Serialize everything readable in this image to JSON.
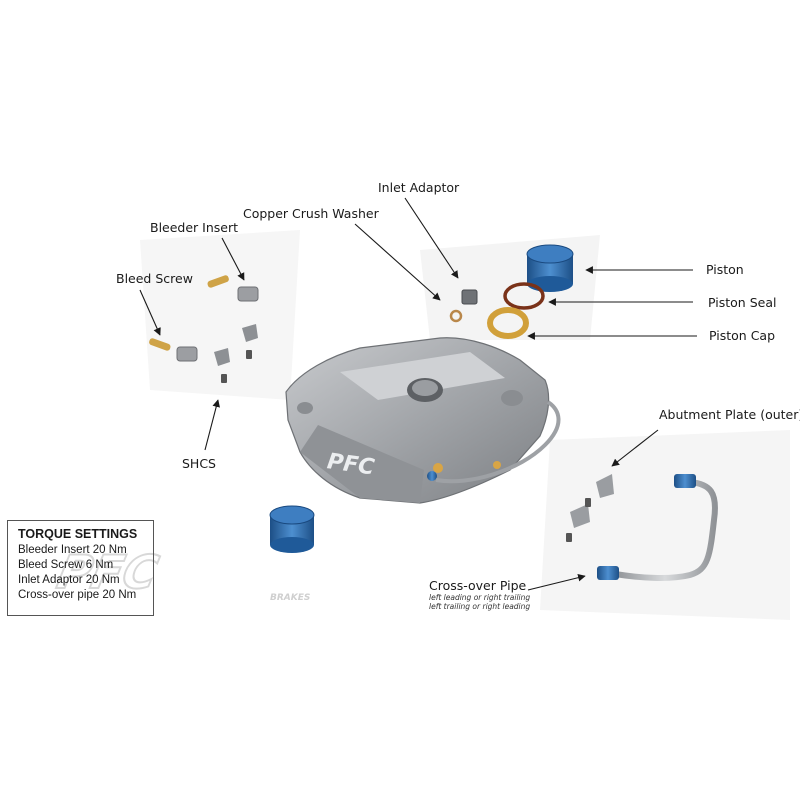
{
  "labels": {
    "inlet_adaptor": "Inlet Adaptor",
    "copper_crush_washer": "Copper Crush Washer",
    "bleeder_insert": "Bleeder Insert",
    "bleed_screw": "Bleed Screw",
    "shcs": "SHCS",
    "piston": "Piston",
    "piston_seal": "Piston Seal",
    "piston_cap": "Piston Cap",
    "abutment_plate": "Abutment Plate (outer)",
    "crossover_pipe": "Cross-over Pipe",
    "crossover_note_1": "left leading or right trailing",
    "crossover_note_2": "left trailing or right leading"
  },
  "torque_settings": {
    "title": "TORQUE SETTINGS",
    "items": [
      "Bleeder Insert 20 Nm",
      "Bleed Screw 6 Nm",
      "Inlet Adaptor 20 Nm",
      "Cross-over pipe 20 Nm"
    ]
  },
  "logo": {
    "text": "PFC",
    "subtext": "BRAKES"
  },
  "caliper_logo": "PFC",
  "colors": {
    "caliper": "#a7aaae",
    "caliper_dark": "#7d8084",
    "anodized_blue": "#2f6fb0",
    "brass": "#c9a24a",
    "seal": "#8a3a1e",
    "cap": "#d4a53a"
  }
}
